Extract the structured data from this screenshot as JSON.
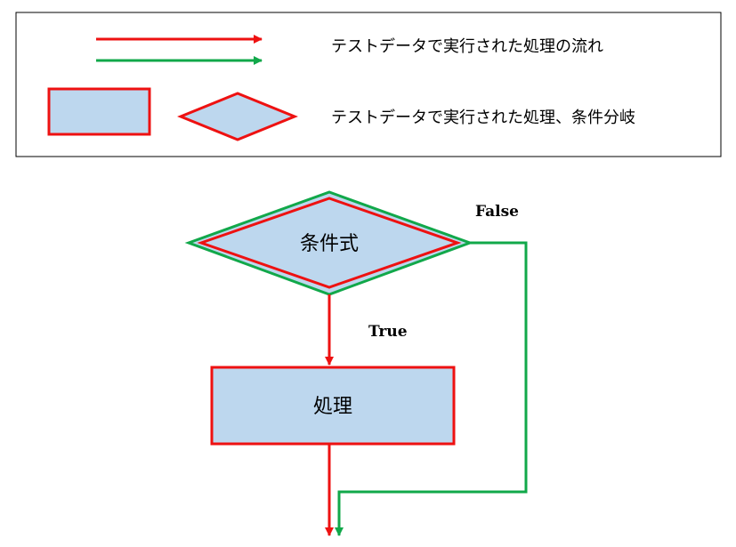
{
  "colors": {
    "red": "#ee1111",
    "green": "#11a84a",
    "fill": "#bdd7ee",
    "border": "#000000"
  },
  "legend": {
    "flow_text": "テストデータで実行された処理の流れ",
    "shape_text": "テストデータで実行された処理、条件分岐"
  },
  "nodes": {
    "condition": "条件式",
    "process": "処理"
  },
  "branches": {
    "true_label": "True",
    "false_label": "False"
  }
}
